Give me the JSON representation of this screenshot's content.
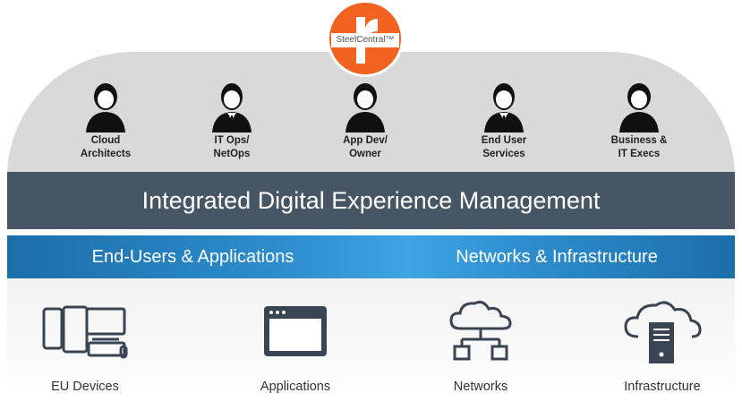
{
  "logo": {
    "text": "SteelCentral™",
    "color": "#f26322"
  },
  "personas": [
    {
      "label": "Cloud\nArchitects",
      "icon": "person-icon"
    },
    {
      "label": "IT Ops/\nNetOps",
      "icon": "person-tie-icon"
    },
    {
      "label": "App Dev/\nOwner",
      "icon": "person-icon"
    },
    {
      "label": "End User\nServices",
      "icon": "person-tie-icon"
    },
    {
      "label": "Business &\nIT Execs",
      "icon": "person-icon"
    }
  ],
  "main_band": {
    "title": "Integrated Digital Experience Management",
    "color": "#475665"
  },
  "sub_band": {
    "left": "End-Users & Applications",
    "right": "Networks & Infrastructure",
    "color": "#2f8fd0"
  },
  "capabilities": [
    {
      "label": "EU Devices",
      "icon": "devices-icon"
    },
    {
      "label": "Applications",
      "icon": "app-window-icon"
    },
    {
      "label": "Networks",
      "icon": "cloud-network-icon"
    },
    {
      "label": "Infrastructure",
      "icon": "cloud-server-icon"
    }
  ]
}
